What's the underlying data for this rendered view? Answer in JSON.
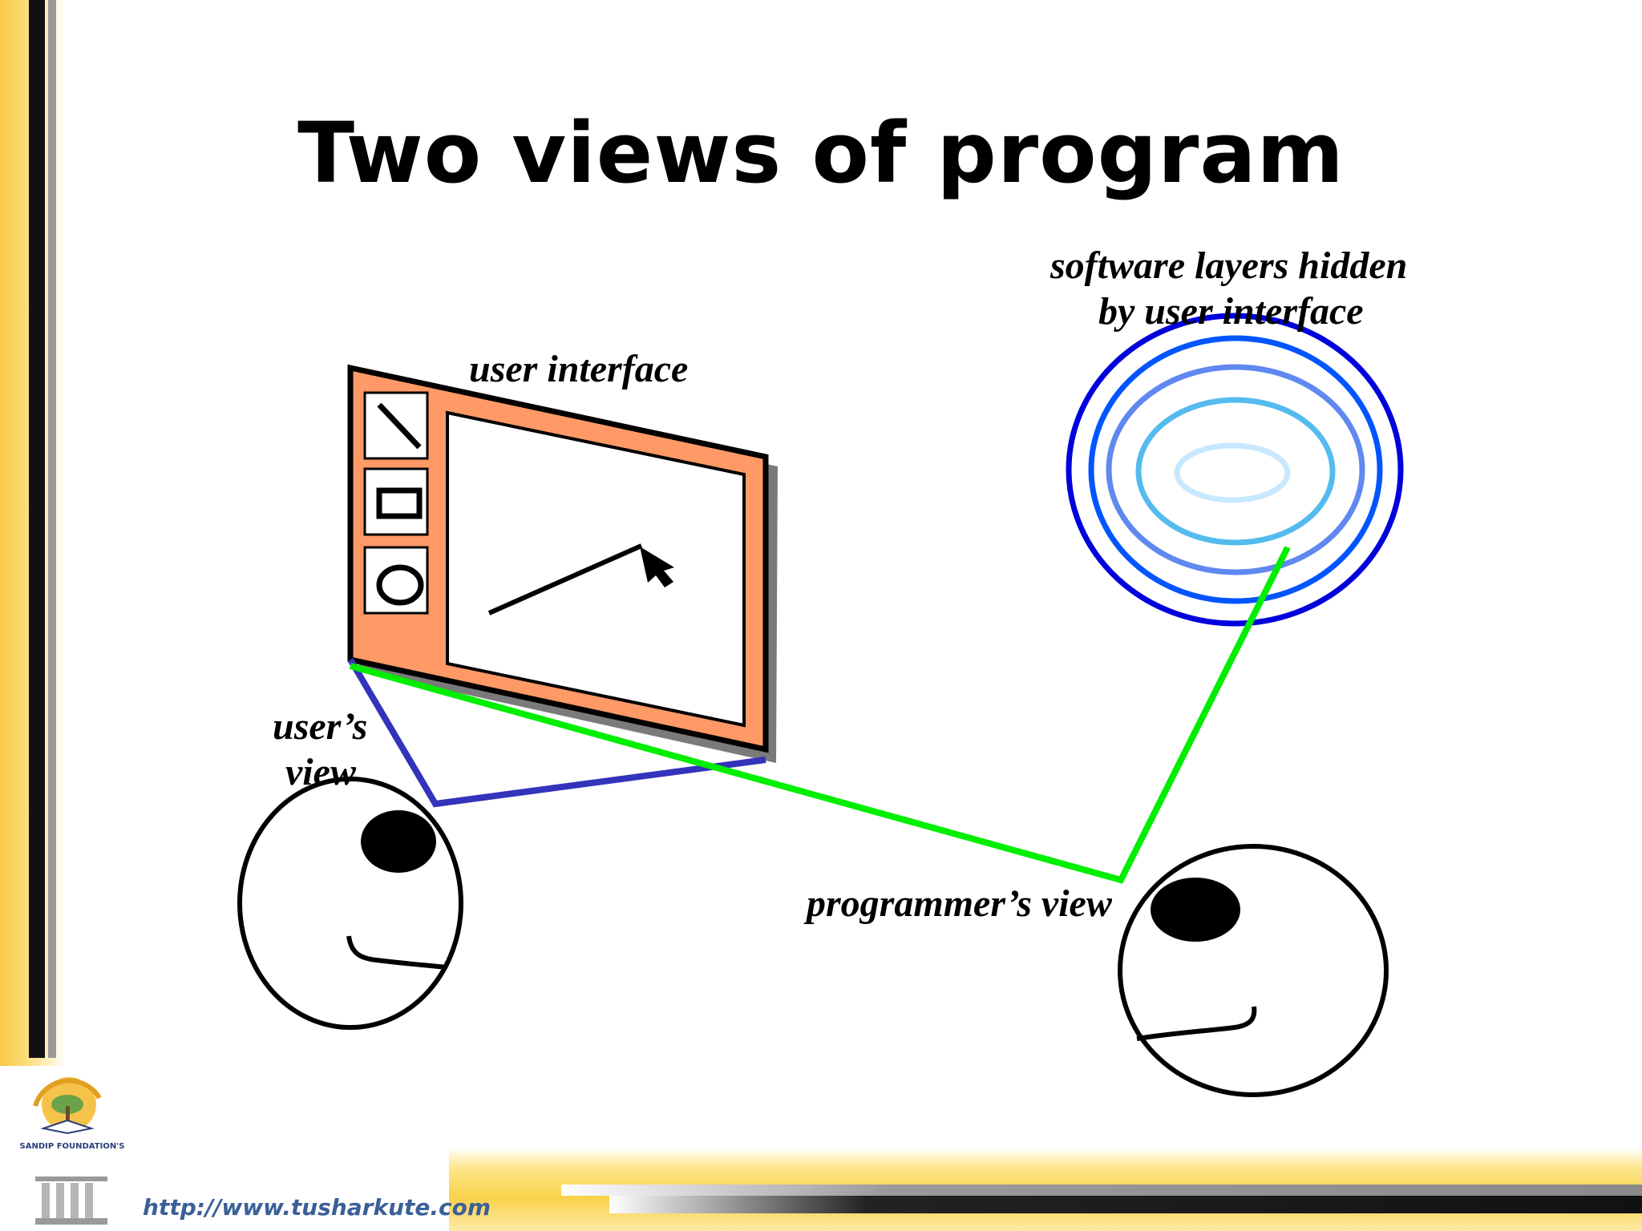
{
  "slide": {
    "title": "Two views of program",
    "labels": {
      "user_interface": "user interface",
      "users_view_line1": "user’s",
      "users_view_line2": "view",
      "programmers_view": "programmer’s view",
      "software_layers_line1": "software layers hidden",
      "software_layers_line2": "by user interface"
    },
    "footer": {
      "url": "http://www.tusharkute.com",
      "logo_text": "SANDIP FOUNDATION'S"
    }
  },
  "colors": {
    "ui_panel": "#ff9966",
    "users_view_line": "#3333bb",
    "programmers_view_line": "#00ee00",
    "layer_rings": [
      "#0000dd",
      "#0055ff",
      "#5f88f0",
      "#55bbee",
      "#c8e8ff"
    ],
    "accent_yellow": "#f9d24a"
  }
}
